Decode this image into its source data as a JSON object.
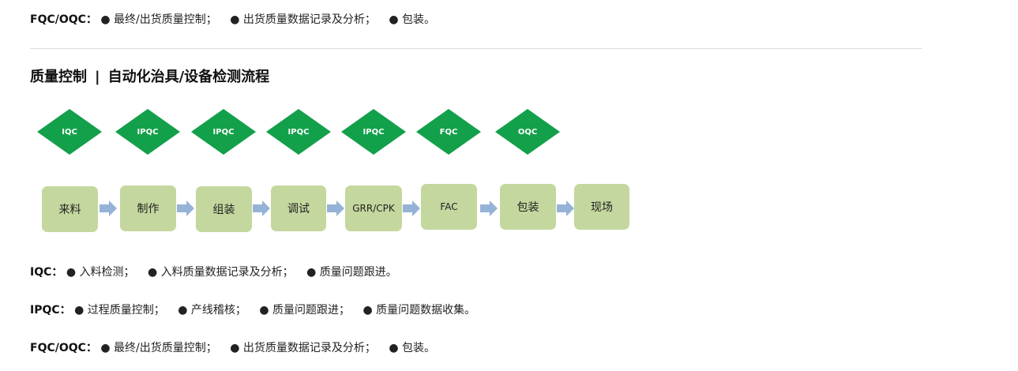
{
  "top_line": {
    "label": "FQC/OQC：",
    "items": [
      "● 最终/出货质量控制；",
      "● 出货质量数据记录及分析；",
      "● 包装。"
    ]
  },
  "section": {
    "title_left": "质量控制",
    "separator": "|",
    "title_right": "自动化治具/设备检测流程"
  },
  "diamonds": [
    "IQC",
    "IPQC",
    "IPQC",
    "IPQC",
    "IPQC",
    "FQC",
    "OQC"
  ],
  "steps": [
    "来料",
    "制作",
    "组装",
    "调试",
    "GRR/CPK",
    "FAC",
    "包装",
    "现场"
  ],
  "colors": {
    "diamond_fill": "#13a04a",
    "step_fill": "#c4d79e",
    "arrow_fill": "#95b3d7"
  },
  "notes": [
    {
      "label": "IQC：",
      "items": [
        "● 入料检测；",
        "● 入料质量数据记录及分析；",
        "● 质量问题跟进。"
      ]
    },
    {
      "label": "IPQC：",
      "items": [
        "● 过程质量控制；",
        "● 产线稽核；",
        "● 质量问题跟进；",
        "● 质量问题数据收集。"
      ]
    },
    {
      "label": "FQC/OQC：",
      "items": [
        "● 最终/出货质量控制；",
        "● 出货质量数据记录及分析；",
        "● 包装。"
      ]
    }
  ]
}
